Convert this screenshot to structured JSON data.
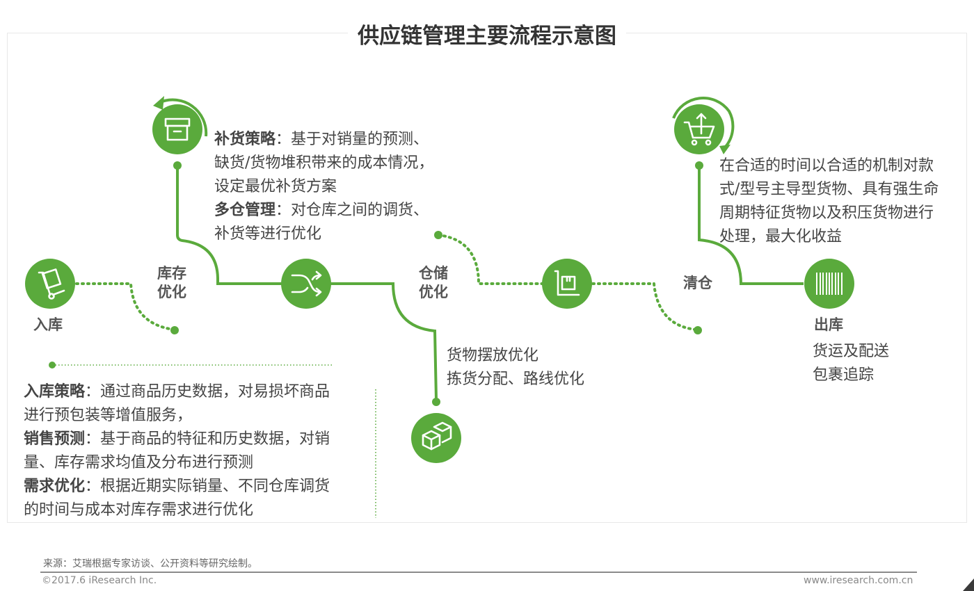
{
  "title": "供应链管理主要流程示意图",
  "stages": {
    "inbound": "入库",
    "inventory_line1": "库存",
    "inventory_line2": "优化",
    "warehouse_line1": "仓储",
    "warehouse_line2": "优化",
    "clearance": "清仓",
    "outbound": "出库"
  },
  "replenish": {
    "strategy_label": "补货策略",
    "strategy_line1": "：基于对销量的预测、",
    "strategy_line2": "缺货/货物堆积带来的成本情况，",
    "strategy_line3": "设定最优补货方案",
    "multi_label": "多仓管理",
    "multi_line1": "：对仓库之间的调货、",
    "multi_line2": "补货等进行优化"
  },
  "clearance_text": {
    "line1": "在合适的时间以合适的机制对款",
    "line2": "式/型号主导型货物、具有强生命",
    "line3": "周期特征货物以及积压货物进行",
    "line4": "处理，最大化收益"
  },
  "storage_text": {
    "line1": "货物摆放优化",
    "line2": "拣货分配、路线优化"
  },
  "outbound_text": {
    "line1": "货运及配送",
    "line2": "包裹追踪"
  },
  "inbound_text": {
    "strategy_label": "入库策略",
    "strategy_line1": "：通过商品历史数据，对易损坏商品",
    "strategy_line2": "进行预包装等增值服务，",
    "forecast_label": "销售预测",
    "forecast_line1": "：基于商品的特征和历史数据，对销",
    "forecast_line2": "量、库存需求均值及分布进行预测",
    "demand_label": "需求优化",
    "demand_line1": "：根据近期实际销量、不同仓库调货",
    "demand_line2": "的时间与成本对库存需求进行优化"
  },
  "footer": {
    "source": "来源：艾瑞根据专家访谈、公开资料等研究绘制。",
    "copyright": "©2017.6 iResearch Inc.",
    "site": "www.iresearch.com.cn"
  },
  "colors": {
    "accent": "#5aaa3c",
    "text": "#444444"
  },
  "icons": [
    "hand-truck-icon",
    "box-icon",
    "shuffle-icon",
    "warehouse-cart-icon",
    "stacked-boxes-icon",
    "shopping-cart-icon",
    "barcode-icon"
  ]
}
